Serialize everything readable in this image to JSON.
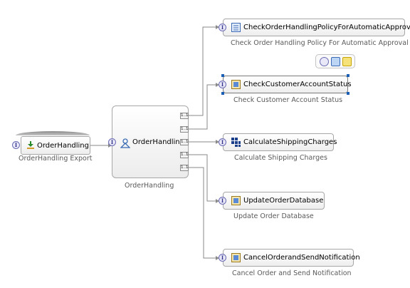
{
  "export": {
    "label": "OrderHandling",
    "caption": "OrderHandling Export",
    "icon": "export-icon"
  },
  "component": {
    "label": "OrderHandling",
    "caption": "OrderHandling",
    "icon": "component-person-icon"
  },
  "interface_glyph": "I",
  "reference_label": "1..1",
  "references": [
    "1..1",
    "1..1",
    "1..1",
    "1..1",
    "1..1"
  ],
  "targets": [
    {
      "label": "CheckOrderHandlingPolicyForAutomaticApproval",
      "caption": "Check Order Handling Policy For Automatic Approval",
      "icon": "business-rule-icon"
    },
    {
      "label": "CheckCustomerAccountStatus",
      "caption": "Check Customer Account Status",
      "icon": "java-component-icon"
    },
    {
      "label": "CalculateShippingCharges",
      "caption": "Calculate Shipping Charges",
      "icon": "grid-component-icon"
    },
    {
      "label": "UpdateOrderDatabase",
      "caption": "Update Order Database",
      "icon": "java-component-icon"
    },
    {
      "label": "CancelOrderandSendNotification",
      "caption": "Cancel Order and Send Notification",
      "icon": "java-component-icon"
    }
  ],
  "selected_target": "CheckCustomerAccountStatus",
  "hover_toolbar": [
    "add-interface-icon",
    "add-reference-icon",
    "add-note-icon"
  ],
  "colors": {
    "wire": "#8a8a8a",
    "accent": "#1a5fb4",
    "caption": "#5a5a5a"
  }
}
